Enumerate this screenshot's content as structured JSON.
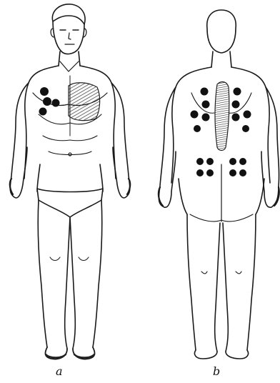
{
  "figure": {
    "panels": [
      {
        "label": "a",
        "view": "front"
      },
      {
        "label": "b",
        "view": "back"
      }
    ]
  },
  "colors": {
    "ink": "#1a1a1a",
    "paper": "#ffffff",
    "marker": "#111111",
    "hatch": "#333333"
  }
}
